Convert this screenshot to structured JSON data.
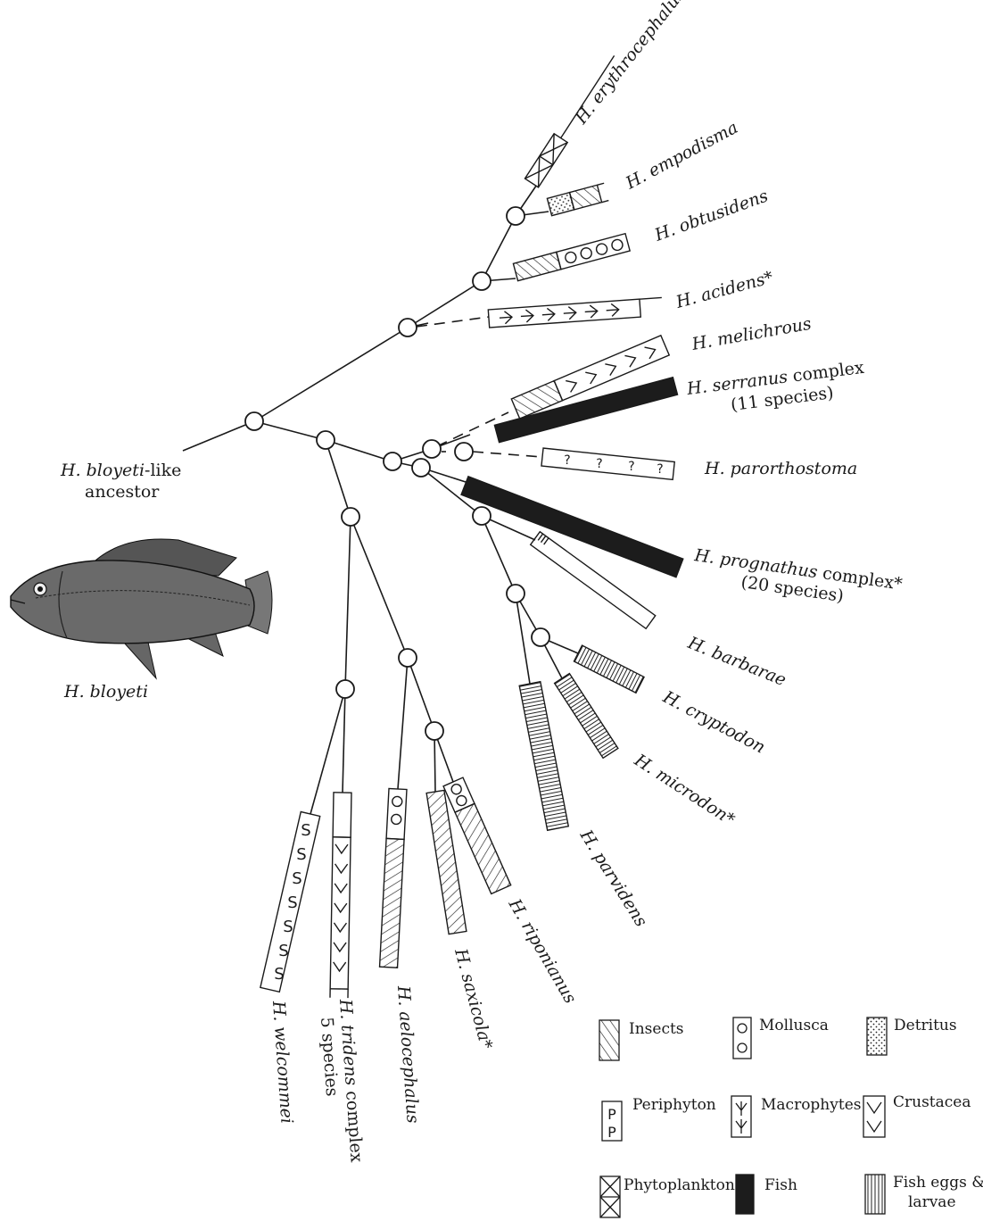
{
  "ancestor": {
    "italic": "H. bloyeti",
    "rest": "-like",
    "line2": "ancestor"
  },
  "fish_caption": "H. bloyeti",
  "taxa": {
    "erythrocephalus": "H. erythrocephalus",
    "empodisma": "H. empodisma",
    "obtusidens": "H. obtusidens",
    "acidens": "H. acidens*",
    "melichrous": "H. melichrous",
    "serranus": {
      "italic": "H. serranus",
      "rest": " complex",
      "line2": "(11 species)"
    },
    "parorthostoma": "H. parorthostoma",
    "prognathus": {
      "italic": "H. prognathus",
      "rest": " complex*",
      "line2": "(20 species)"
    },
    "barbarae": "H. barbarae",
    "cryptodon": "H. cryptodon",
    "microdon": "H. microdon*",
    "parvidens": "H. parvidens",
    "riponianus": "H. riponianus",
    "saxicola": "H. saxicola*",
    "aelocephalus": "H. aelocephalus",
    "tridens": {
      "italic": "H. tridens",
      "rest": " complex",
      "line2": "5 species"
    },
    "welcommei": "H. welcommei"
  },
  "legend": {
    "insects": "Insects",
    "mollusca": "Mollusca",
    "detritus": "Detritus",
    "periphyton": "Periphyton",
    "macrophytes": "Macrophytes",
    "crustacea": "Crustacea",
    "phytoplankton": "Phytoplankton",
    "fish": "Fish",
    "fish_eggs_line1": "Fish eggs &",
    "fish_eggs_line2": "larvae"
  },
  "symbols": {
    "periphyton": "P",
    "mollusca": "O",
    "welcommei": "S",
    "unknown": "?"
  }
}
